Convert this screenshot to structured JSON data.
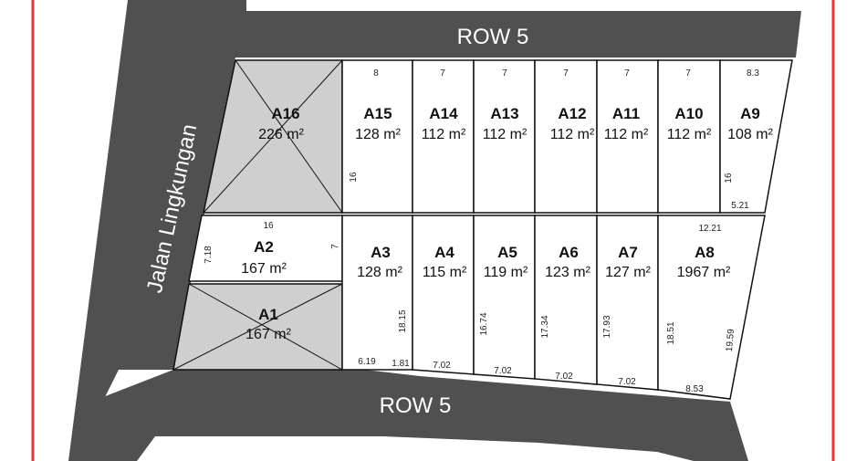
{
  "roads": {
    "top_label": "ROW 5",
    "bottom_label": "ROW 5",
    "side_label": "Jalan Lingkungan"
  },
  "area_unit": "m²",
  "colors": {
    "road": "#505050",
    "frame": "#d93a3a",
    "sold_plot": "#cfcfcf",
    "plot": "#ffffff",
    "lines": "#111111"
  },
  "plots": [
    {
      "id": "A16",
      "area": "226",
      "sold": true
    },
    {
      "id": "A15",
      "area": "128",
      "sold": false
    },
    {
      "id": "A14",
      "area": "112",
      "sold": false
    },
    {
      "id": "A13",
      "area": "112",
      "sold": false
    },
    {
      "id": "A12",
      "area": "112",
      "sold": false
    },
    {
      "id": "A11",
      "area": "112",
      "sold": false
    },
    {
      "id": "A10",
      "area": "112",
      "sold": false
    },
    {
      "id": "A9",
      "area": "108",
      "sold": false
    },
    {
      "id": "A2",
      "area": "167",
      "sold": false
    },
    {
      "id": "A1",
      "area": "167",
      "sold": true
    },
    {
      "id": "A3",
      "area": "128",
      "sold": false
    },
    {
      "id": "A4",
      "area": "115",
      "sold": false
    },
    {
      "id": "A5",
      "area": "119",
      "sold": false
    },
    {
      "id": "A6",
      "area": "123",
      "sold": false
    },
    {
      "id": "A7",
      "area": "127",
      "sold": false
    },
    {
      "id": "A8",
      "area": "1967",
      "sold": false
    }
  ],
  "dimensions": {
    "a15_top": "8",
    "a14_top": "7",
    "a13_top": "7",
    "a12_top": "7",
    "a11_top": "7",
    "a10_top": "7",
    "a9_top": "8.3",
    "a15_side": "16",
    "a9_side": "16",
    "a9_bottom": "5.21",
    "a2_top": "16",
    "a2_left": "7.18",
    "a2_right": "7",
    "a8_top": "12.21",
    "a3_side": "18.15",
    "a3_bottom_left": "6.19",
    "a3_bottom_right": "1.81",
    "a4_bottom": "7.02",
    "a5_side": "16.74",
    "a5_bottom": "7.02",
    "a6_side": "17.34",
    "a6_bottom": "7.02",
    "a7_side": "17.93",
    "a7_bottom": "7.02",
    "a8_left": "18.51",
    "a8_right": "19.59",
    "a8_bottom": "8.53"
  }
}
